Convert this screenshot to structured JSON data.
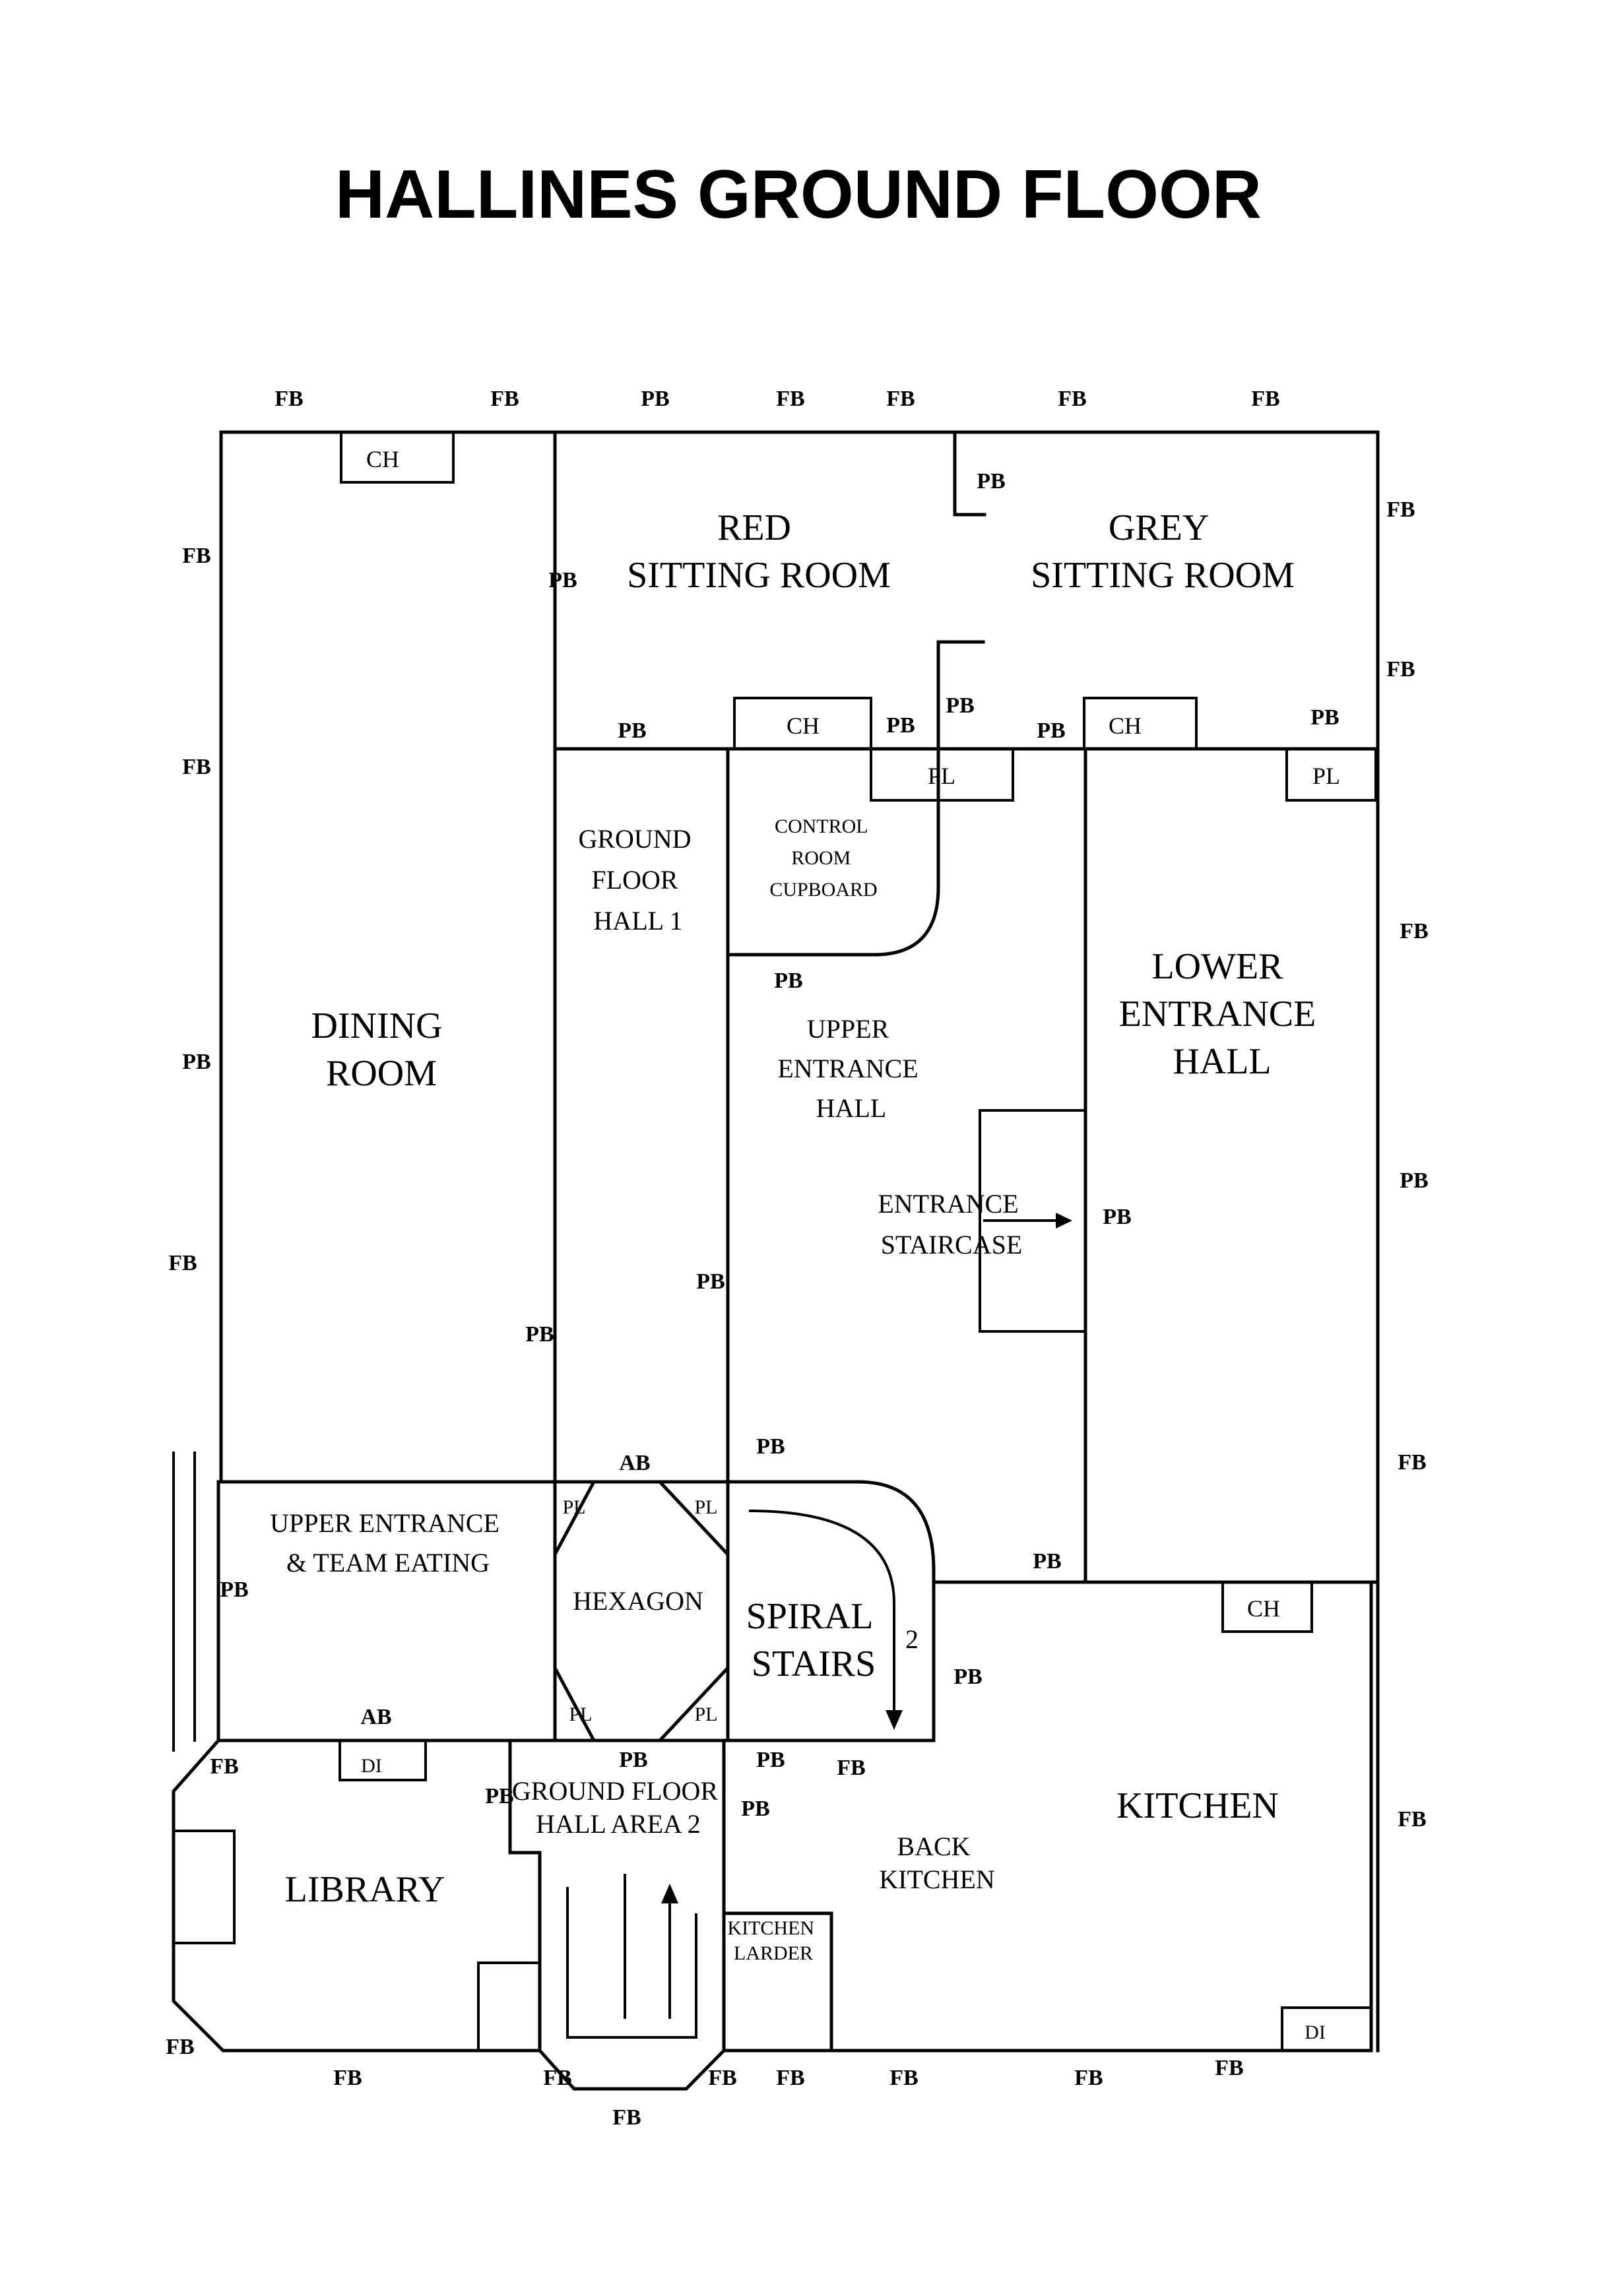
{
  "title": "HALLINES GROUND FLOOR",
  "rooms": {
    "red_sitting_room": [
      "RED",
      "SITTING ROOM"
    ],
    "grey_sitting_room": [
      "GREY",
      "SITTING ROOM"
    ],
    "ground_floor_hall_1": [
      "GROUND",
      "FLOOR",
      "HALL 1"
    ],
    "control_room_cupboard": [
      "CONTROL",
      "ROOM",
      "CUPBOARD"
    ],
    "dining_room": [
      "DINING",
      "ROOM"
    ],
    "upper_entrance_hall": [
      "UPPER",
      "ENTRANCE",
      "HALL"
    ],
    "lower_entrance_hall": [
      "LOWER",
      "ENTRANCE",
      "HALL"
    ],
    "entrance_staircase": [
      "ENTRANCE",
      "STAIRCASE"
    ],
    "upper_entrance_team_eating": [
      "UPPER ENTRANCE",
      "& TEAM EATING"
    ],
    "hexagon": "HEXAGON",
    "spiral_stairs": [
      "SPIRAL",
      "STAIRS"
    ],
    "kitchen": "KITCHEN",
    "back_kitchen": [
      "BACK",
      "KITCHEN"
    ],
    "library": "LIBRARY",
    "ground_floor_hall_area_2": [
      "GROUND FLOOR",
      "HALL AREA 2"
    ],
    "kitchen_larder": [
      "KITCHEN",
      "LARDER"
    ]
  },
  "features": {
    "CH": "CH",
    "PL": "PL",
    "DI": "DI",
    "spiral_step": "2"
  },
  "markers": {
    "FB": "FB",
    "PB": "PB",
    "AB": "AB"
  }
}
